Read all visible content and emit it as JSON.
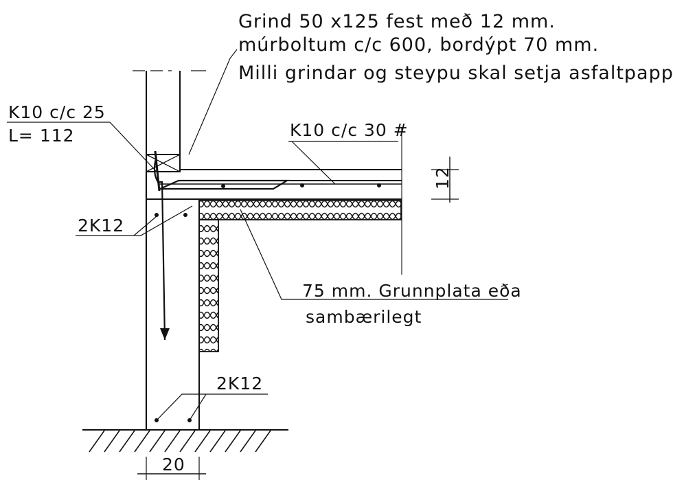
{
  "notes": {
    "grind_line1": "Grind 50 x125 fest með 12 mm.",
    "grind_line2": "múrboltum c/c 600, bordýpt 70 mm.",
    "grind_line3": "Milli grindar og steypu skal setja asfaltpappa",
    "k10_c25_line1": "K10 c/c 25",
    "k10_c25_line2": "L= 112",
    "k10_c30": "K10 c/c 30 #",
    "slab_thickness": "12",
    "rebar_upper": "2K12",
    "rebar_lower": "2K12",
    "insulation_line1": "75 mm. Grunnplata eða",
    "insulation_line2": "sambærilegt",
    "wall_width": "20"
  },
  "colors": {
    "ink": "#111111",
    "paper": "#ffffff"
  }
}
